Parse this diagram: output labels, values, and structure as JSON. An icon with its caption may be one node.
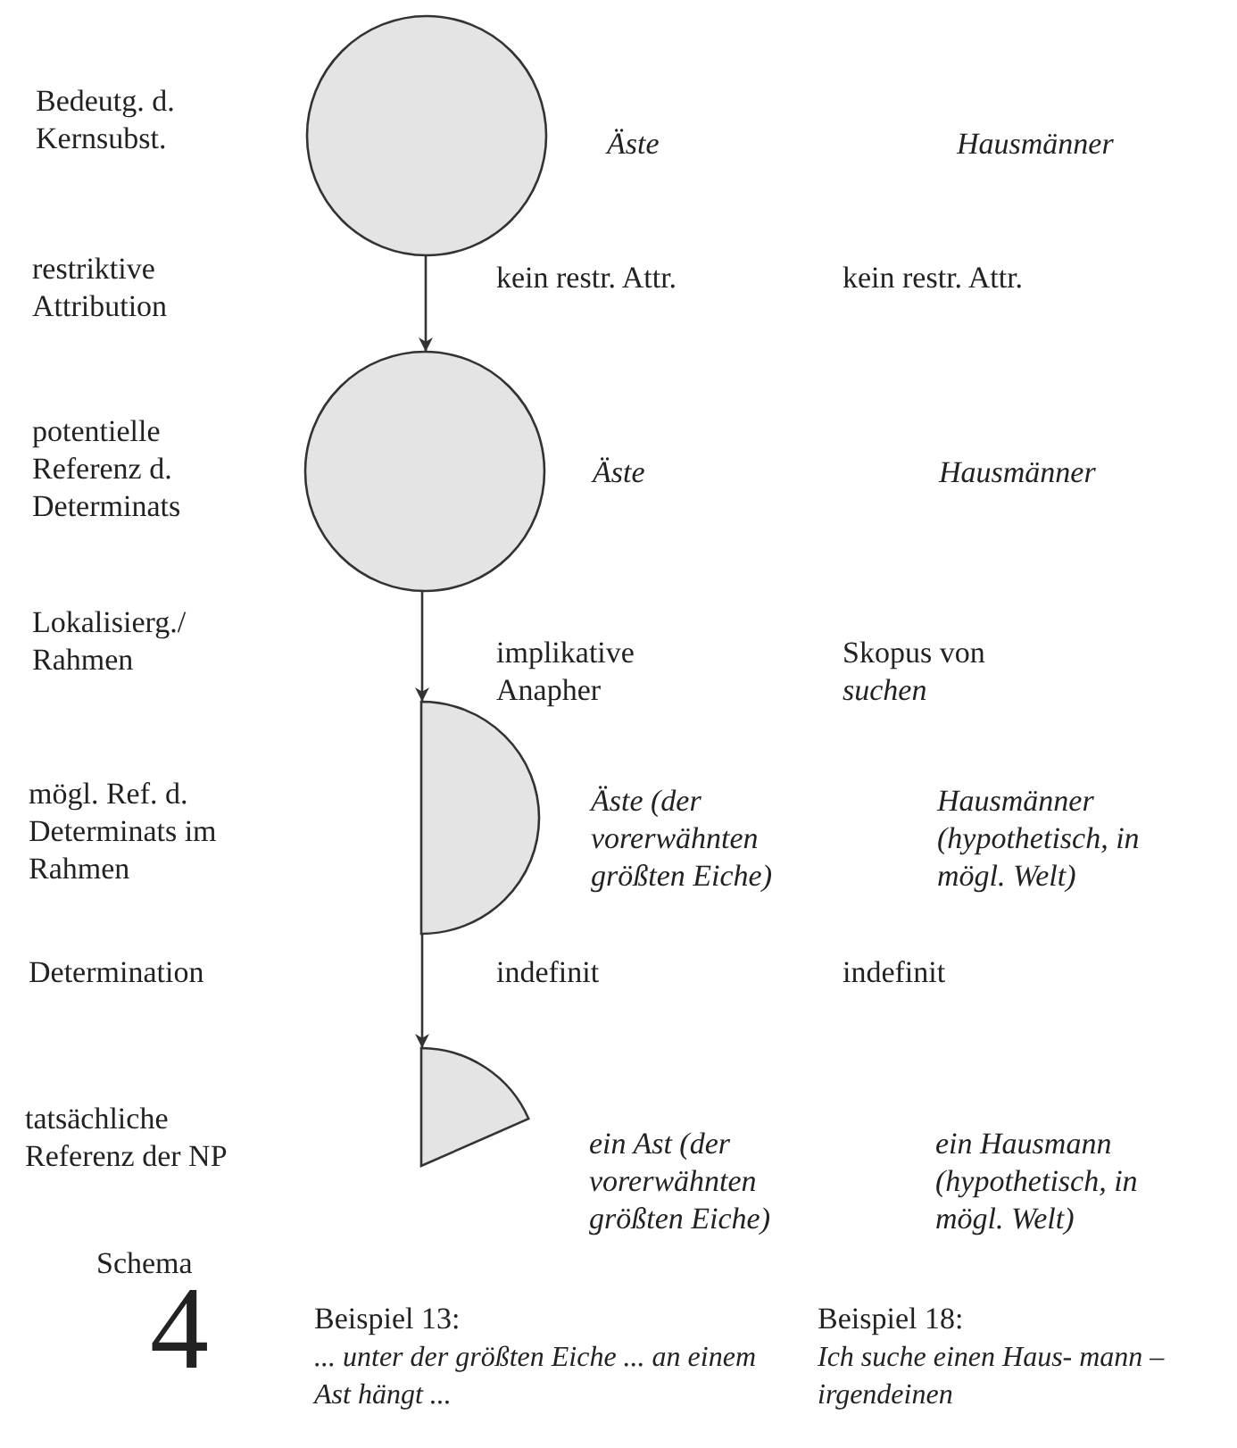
{
  "diagram": {
    "nodes": [
      {
        "text": [],
        "shape": "circle"
      },
      {
        "text": [],
        "shape": "circle"
      },
      {
        "text": [],
        "shape": "semicircle"
      },
      {
        "text": [],
        "shape": "sector"
      }
    ],
    "edges": [
      {
        "from": 0,
        "to": 1,
        "arrow": "to"
      },
      {
        "from": 1,
        "to": 2,
        "arrow": "to"
      },
      {
        "from": 2,
        "to": 3,
        "arrow": "to"
      }
    ],
    "labels": [
      "Bedeutg. d. Kernsubst.",
      "Äste",
      "Hausmänner",
      "restriktive Attribution",
      "kein restr. Attr.",
      "kein restr. Attr.",
      "potentielle Referenz d. Determinats",
      "Äste",
      "Hausmänner",
      "Lokalisierg./ Rahmen",
      "implikative Anapher",
      "Skopus von *suchen*",
      "mögl. Ref. d. Determinats im Rahmen",
      "Äste (der vorerwähnten größten Eiche)",
      "Hausmänner (hypothetisch, in mögl. Welt)",
      "Determination",
      "indefinit",
      "indefinit",
      "tatsächliche Referenz der NP",
      "ein Ast (der vorerwähnten größten Eiche)",
      "ein Hausmann (hypothetisch, in mögl. Welt)",
      "Schema",
      "4",
      "Beispiel 13:",
      "... unter der größten Eiche ... an einem Ast hängt ...",
      "Beispiel 18:",
      "Ich suche einen Haus- mann – irgendeinen"
    ]
  }
}
